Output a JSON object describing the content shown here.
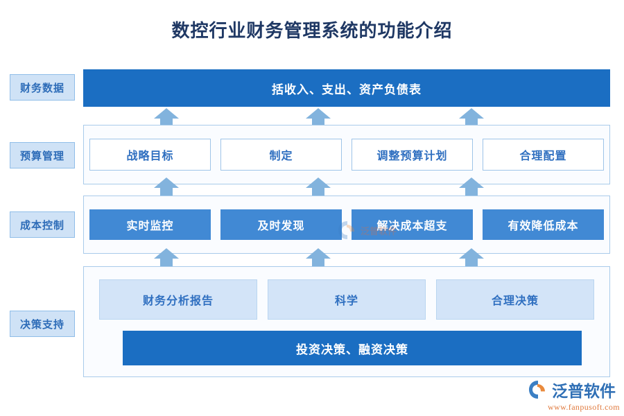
{
  "page": {
    "title": "数控行业财务管理系统的功能介绍",
    "title_color": "#1f3864",
    "background": "#ffffff"
  },
  "colors": {
    "banner_blue": "#1b6ec2",
    "box_blue": "#4189d4",
    "pale_blue": "#d3e4f8",
    "panel_border": "#a9cbea",
    "label_fill": "#cfe2f6",
    "arrow_blue": "#82b3dd",
    "text_blue": "#2f6fc0",
    "logo_orange": "#e07a3e"
  },
  "rows": [
    {
      "label": "财务数据",
      "style": "banner",
      "items": [
        {
          "text": "括收入、支出、资产负债表"
        }
      ]
    },
    {
      "label": "预算管理",
      "style": "outline-boxes",
      "items": [
        {
          "text": "战略目标"
        },
        {
          "text": "制定"
        },
        {
          "text": "调整预算计划"
        },
        {
          "text": "合理配置"
        }
      ]
    },
    {
      "label": "成本控制",
      "style": "solid-boxes",
      "items": [
        {
          "text": "实时监控"
        },
        {
          "text": "及时发现"
        },
        {
          "text": "解决成本超支"
        },
        {
          "text": "有效降低成本"
        }
      ]
    },
    {
      "label": "决策支持",
      "style": "pale-boxes-with-banner",
      "items": [
        {
          "text": "财务分析报告"
        },
        {
          "text": "科学"
        },
        {
          "text": "合理决策"
        }
      ],
      "banner": {
        "text": "投资决策、融资决策"
      }
    }
  ],
  "arrows": {
    "direction": "up",
    "groups": 3,
    "per_group": 3
  },
  "watermark": {
    "text": "泛普软件"
  },
  "logo": {
    "name": "泛普软件",
    "url": "www.fanpusoft.com"
  }
}
